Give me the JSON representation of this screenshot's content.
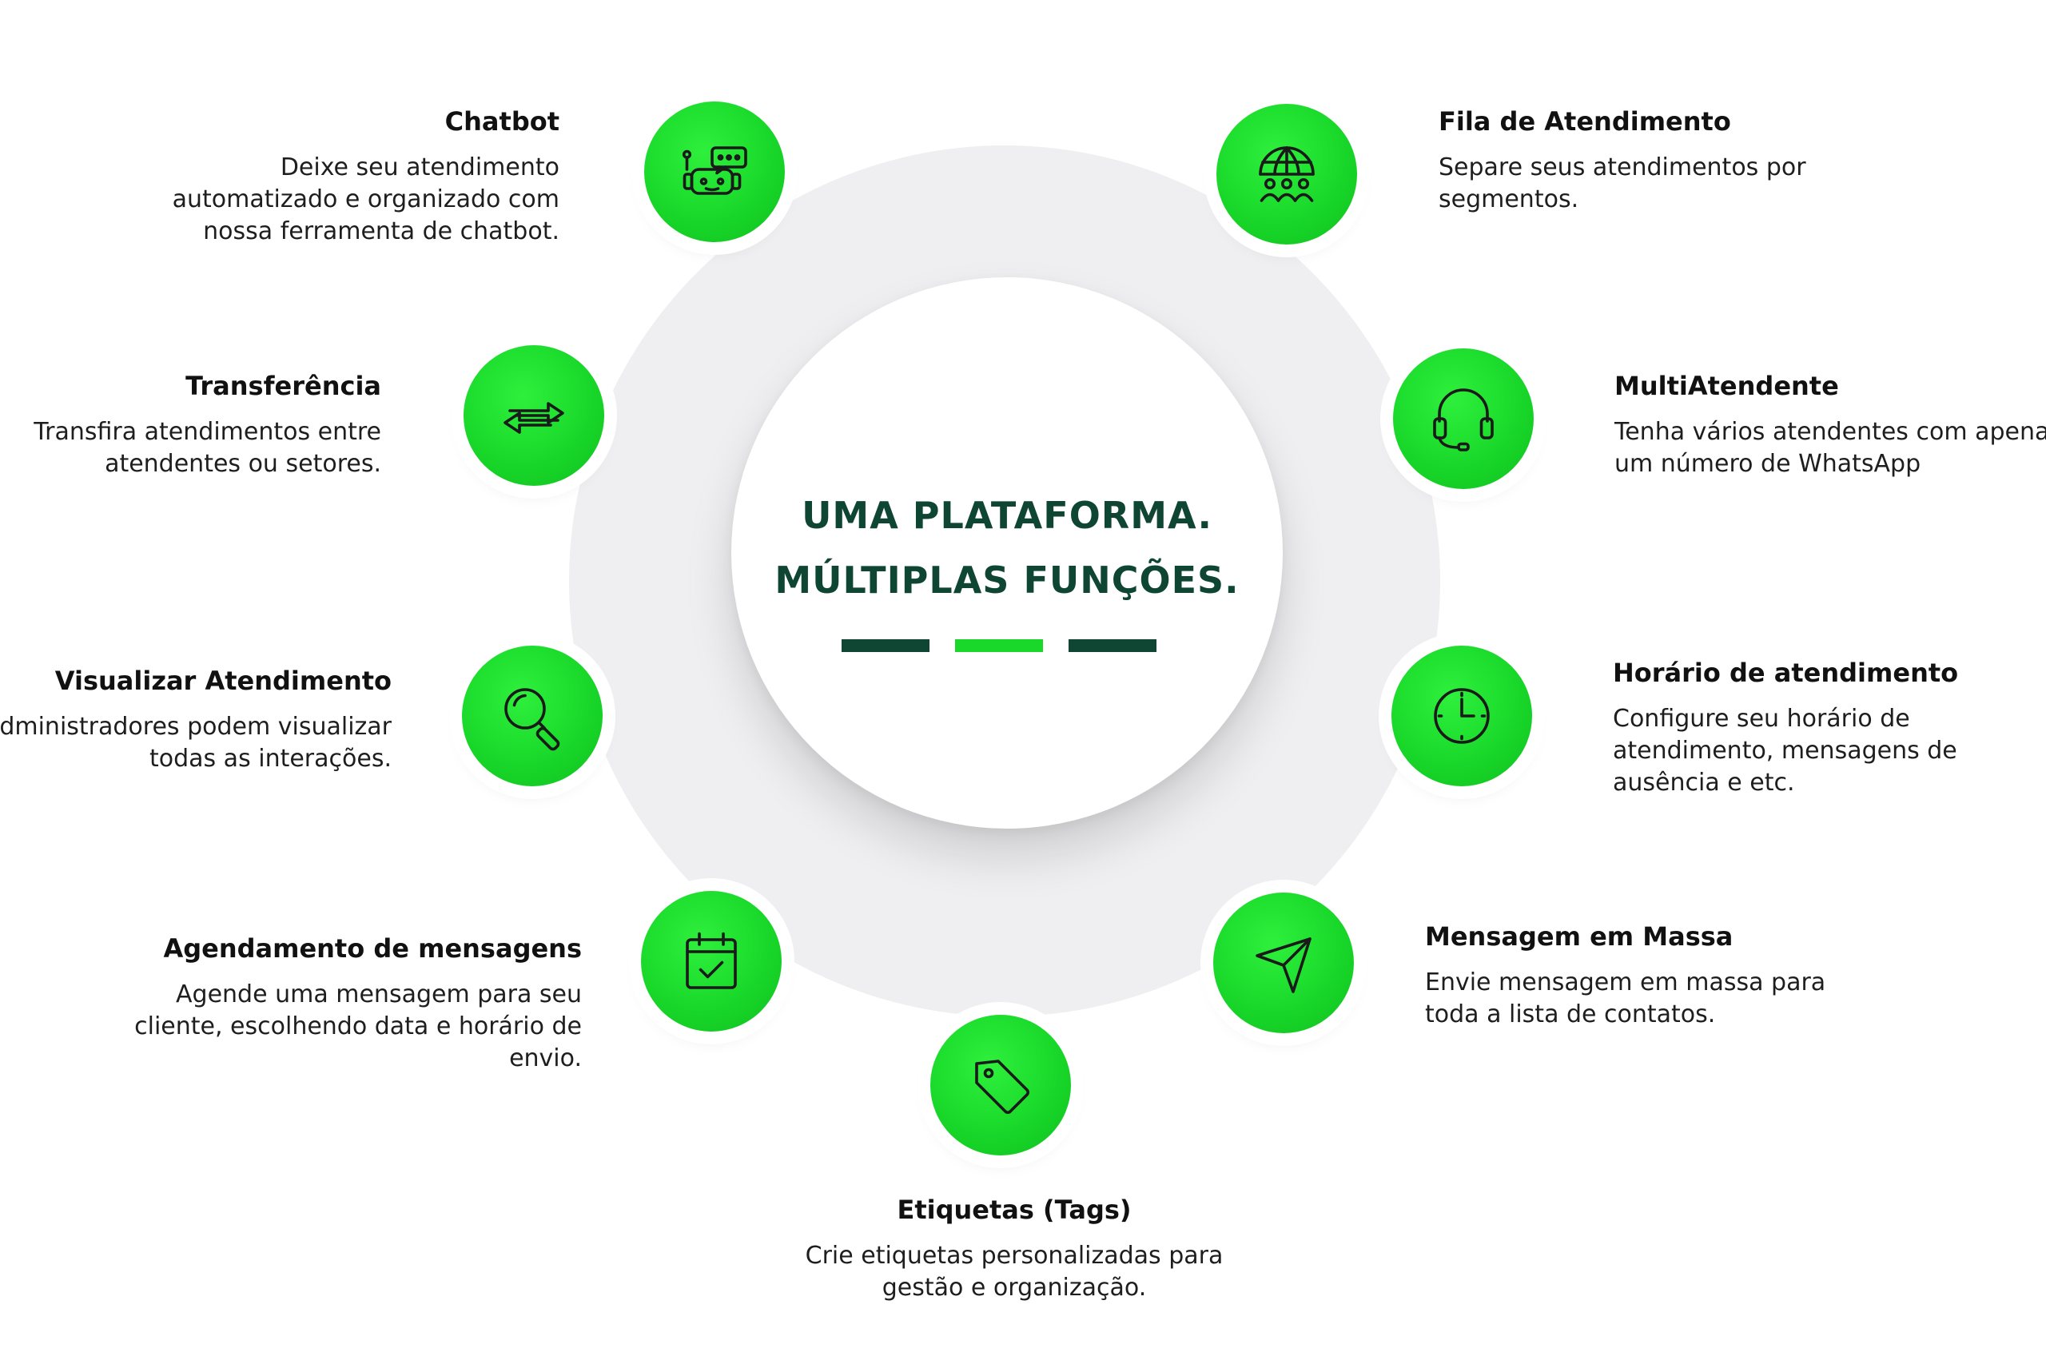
{
  "colors": {
    "accent_green": "#19d82a",
    "dark_green": "#0f4533",
    "ring_gray": "#efeff1"
  },
  "center": {
    "title_line1": "UMA PLATAFORMA.",
    "title_line2": "MÚLTIPLAS FUNÇÕES."
  },
  "features": {
    "chatbot": {
      "title": "Chatbot",
      "desc": "Deixe seu atendimento automatizado e organizado com nossa ferramenta de chatbot.",
      "icon": "robot-chat-icon"
    },
    "fila": {
      "title": "Fila de Atendimento",
      "desc": "Separe seus atendimentos por segmentos.",
      "icon": "globe-people-icon"
    },
    "transferencia": {
      "title": "Transferência",
      "desc": "Transfira atendimentos entre atendentes ou setores.",
      "icon": "transfer-arrows-icon"
    },
    "multi": {
      "title": "MultiAtendente",
      "desc": "Tenha vários atendentes com apenas um número de WhatsApp",
      "icon": "headset-icon"
    },
    "visualizar": {
      "title": "Visualizar Atendimento",
      "desc": "Administradores podem visualizar todas as interações.",
      "icon": "magnifier-icon"
    },
    "horario": {
      "title": "Horário de atendimento",
      "desc": "Configure seu horário de atendimento, mensagens de ausência e etc.",
      "icon": "clock-icon"
    },
    "agendamento": {
      "title": "Agendamento de mensagens",
      "desc": "Agende uma mensagem para seu cliente, escolhendo data e horário de envio.",
      "icon": "calendar-check-icon"
    },
    "massa": {
      "title": "Mensagem em Massa",
      "desc": "Envie mensagem em massa para toda a lista de contatos.",
      "icon": "paper-plane-icon"
    },
    "etiquetas": {
      "title": "Etiquetas (Tags)",
      "desc": "Crie etiquetas personalizadas para gestão e organização.",
      "icon": "tag-icon"
    }
  }
}
